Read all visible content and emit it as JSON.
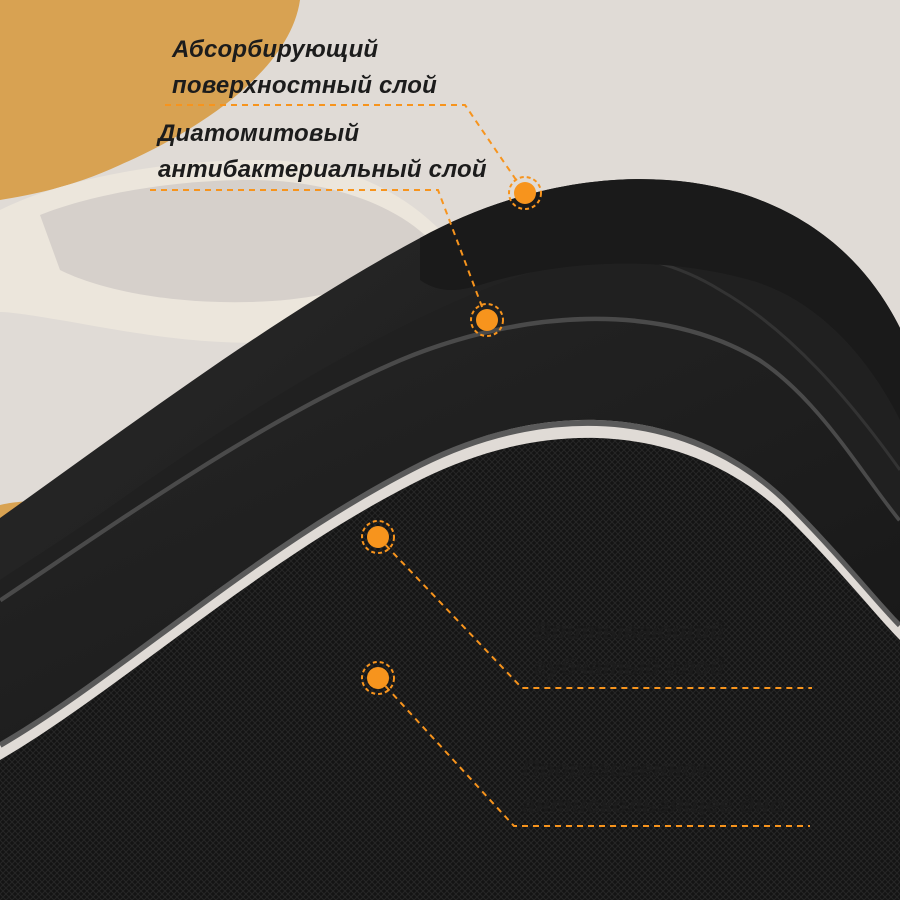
{
  "layers": [
    {
      "line1": "Абсорбирующий",
      "line2": "поверхностный слой"
    },
    {
      "line1": "Диатомитовый",
      "line2": "антибактериальный слой"
    },
    {
      "line1": "Впитывающий",
      "line2": "губчатый слой"
    },
    {
      "line1": "Прорезиненное",
      "line2": "антискользящее дно"
    }
  ],
  "colors": {
    "accent": "#f7941d",
    "background": "#e0dbd6",
    "mustard": "#d8a252",
    "cream": "#ece6dc",
    "mat": "#1b1b1b"
  }
}
